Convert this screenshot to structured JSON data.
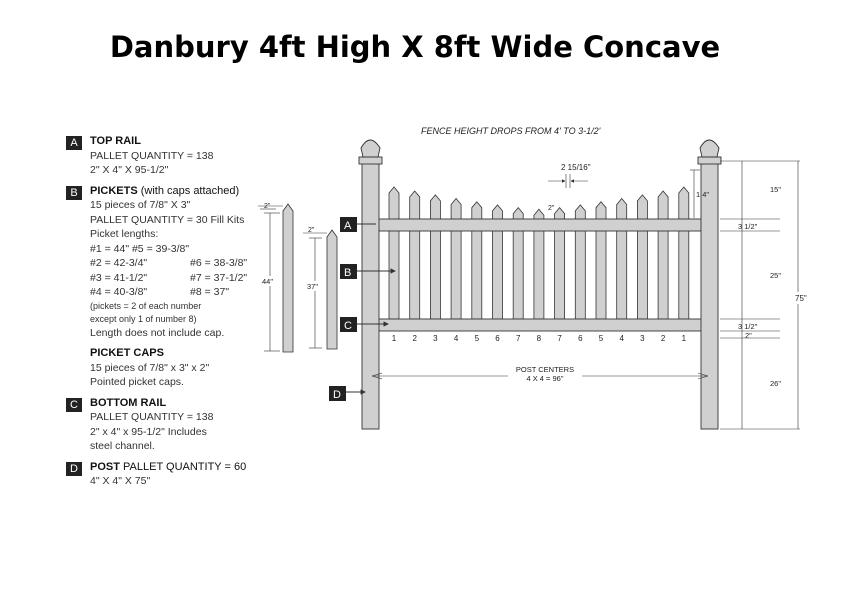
{
  "title": "Danbury 4ft High X 8ft Wide Concave",
  "legend": {
    "a": {
      "letter": "A",
      "heading": "TOP RAIL",
      "line1": "PALLET QUANTITY = 138",
      "line2": "2\" X 4\" X 95-1/2\""
    },
    "b": {
      "letter": "B",
      "heading": "PICKETS",
      "heading_note": " (with caps attached)",
      "line1": "15 pieces of 7/8\" X 3\"",
      "line2": "PALLET QUANTITY = 30 Fill Kits",
      "line3": "Picket lengths:",
      "lengths": [
        [
          "#1 = 44\"   #5 = 39-3/8\"",
          ""
        ],
        [
          "#2 = 42-3/4\"",
          "#6 = 38-3/8\""
        ],
        [
          "#3 = 41-1/2\"",
          "#7 = 37-1/2\""
        ],
        [
          "#4 = 40-3/8\"",
          "#8 = 37\""
        ]
      ],
      "note1": "(pickets = 2 of each number",
      "note2": "except only 1 of number 8)",
      "line4": "Length does not include cap."
    },
    "caps": {
      "heading": "PICKET CAPS",
      "line1": "15 pieces of 7/8\" x 3\" x 2\"",
      "line2": "Pointed picket caps."
    },
    "c": {
      "letter": "C",
      "heading": "BOTTOM RAIL",
      "line1": "PALLET QUANTITY = 138",
      "line2": "2\" x 4\" x 95-1/2\"  Includes",
      "line3": "steel channel."
    },
    "d": {
      "letter": "D",
      "heading": "POST",
      "heading_note": " PALLET QUANTITY = 60",
      "line1": "4\" X 4\" X 75\""
    }
  },
  "diagram": {
    "drop_note": "FENCE HEIGHT DROPS FROM 4' TO 3-1/2'",
    "picket_numbers": [
      "1",
      "2",
      "3",
      "4",
      "5",
      "6",
      "7",
      "8",
      "7",
      "6",
      "5",
      "4",
      "3",
      "2",
      "1"
    ],
    "picket_lengths_in": [
      44,
      42.75,
      41.5,
      40.375,
      39.375,
      38.375,
      37.5,
      37,
      37.5,
      38.375,
      39.375,
      40.375,
      41.5,
      42.75,
      44
    ],
    "spacing_label": "2 15/16\"",
    "gap_label": "2\"",
    "post_centers_label": "POST CENTERS",
    "post_centers_value": "4 X 4 = 96\"",
    "markers": [
      "A",
      "B",
      "C",
      "D"
    ],
    "sample_pickets": [
      {
        "width_label": "2\"",
        "length_label": "44\""
      },
      {
        "width_label": "2\"",
        "length_label": "37\""
      }
    ],
    "right_dims": {
      "d1": "1 4\"",
      "d2": "15\"",
      "d3": "3 1/2\"",
      "d4": "25\"",
      "d5": "3 1/2\"",
      "d6": "2\"",
      "d7": "26\"",
      "total": "75\""
    }
  }
}
